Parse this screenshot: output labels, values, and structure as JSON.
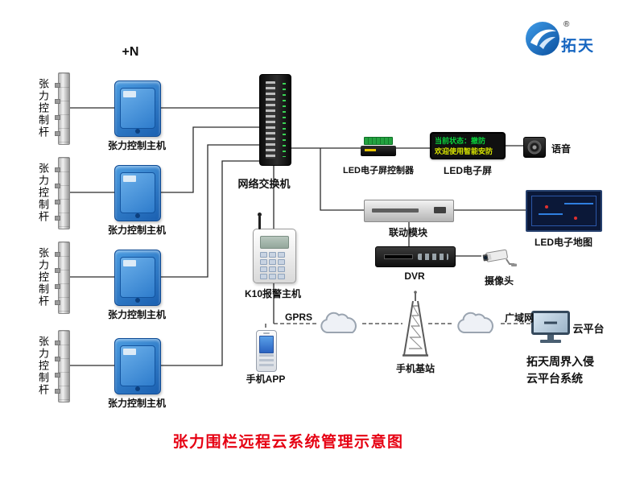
{
  "header": {
    "plus_n": "+N",
    "logo": {
      "brand": "拓天",
      "registered": "®"
    }
  },
  "nodes": {
    "pole": {
      "label": "张力控制杆"
    },
    "host": {
      "label": "张力控制主机"
    },
    "switch": {
      "label": "网络交换机"
    },
    "led_controller": {
      "label": "LED电子屏控制器"
    },
    "led_screen": {
      "label": "LED电子屏",
      "display_line1": "当前状态：撤防",
      "display_line2": "欢迎使用智能安防"
    },
    "voice": {
      "label": "语音"
    },
    "linkage_module": {
      "label": "联动模块"
    },
    "led_map": {
      "label": "LED电子地图"
    },
    "dvr": {
      "label": "DVR"
    },
    "camera": {
      "label": "摄像头"
    },
    "k10_host": {
      "label": "K10报警主机"
    },
    "gprs": {
      "label": "GPRS"
    },
    "phone_app": {
      "label": "手机APP"
    },
    "base_station": {
      "label": "手机基站"
    },
    "wan": {
      "label": "广域网"
    },
    "cloud_platform": {
      "label": "云平台",
      "caption_line1": "拓天周界入侵",
      "caption_line2": "云平台系统"
    }
  },
  "title": "张力围栏远程云系统管理示意图",
  "colors": {
    "brand_blue": "#1565c0",
    "title_red": "#e60012",
    "host_blue": "#2e7ccc",
    "led_green": "#0ad33c",
    "led_yellow": "#d8e400"
  }
}
